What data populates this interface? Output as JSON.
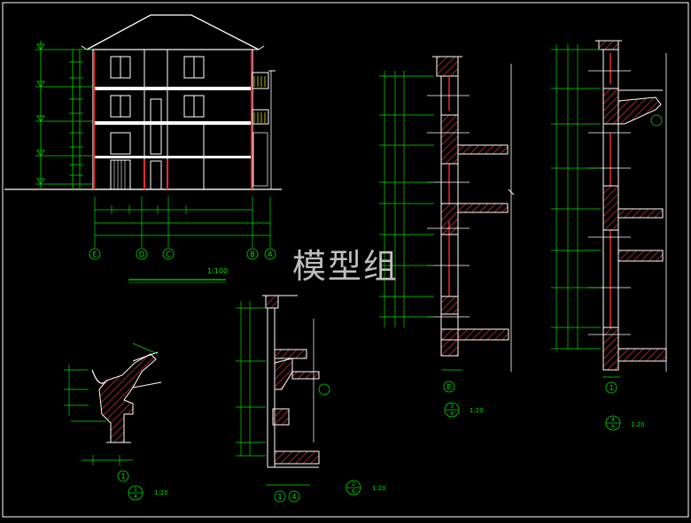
{
  "watermark": "模型组",
  "section_scale": "1:100",
  "axes_section": [
    "E",
    "D",
    "C",
    "B",
    "A"
  ],
  "details": [
    {
      "top": "1",
      "bottom": "4",
      "scale": "1:20"
    },
    {
      "top": "2",
      "bottom": "6",
      "scale": "1:20"
    },
    {
      "top": "3",
      "bottom": "6",
      "scale": "1:20"
    },
    {
      "top": "4",
      "bottom": "6",
      "scale": "1:20"
    }
  ],
  "detail_axes": {
    "d1": "1",
    "d2a": "1",
    "d2b": "4",
    "d3": "E",
    "d4": "1"
  },
  "colors": {
    "line": "#ffffff",
    "dim": "#00e000",
    "cut": "#ff2a2a",
    "hatch": "#ff4040",
    "window": "#ffff66",
    "balcony": "#e0e000",
    "bg": "#000000",
    "frame": "#ffffff"
  }
}
